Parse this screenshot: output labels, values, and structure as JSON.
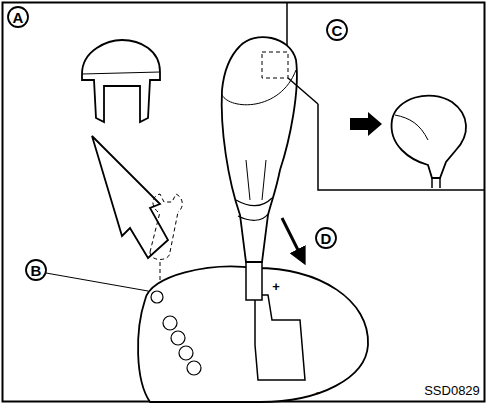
{
  "diagram": {
    "labels": [
      "A",
      "B",
      "C",
      "D",
      "+",
      "-",
      "SSD0829"
    ]
  }
}
